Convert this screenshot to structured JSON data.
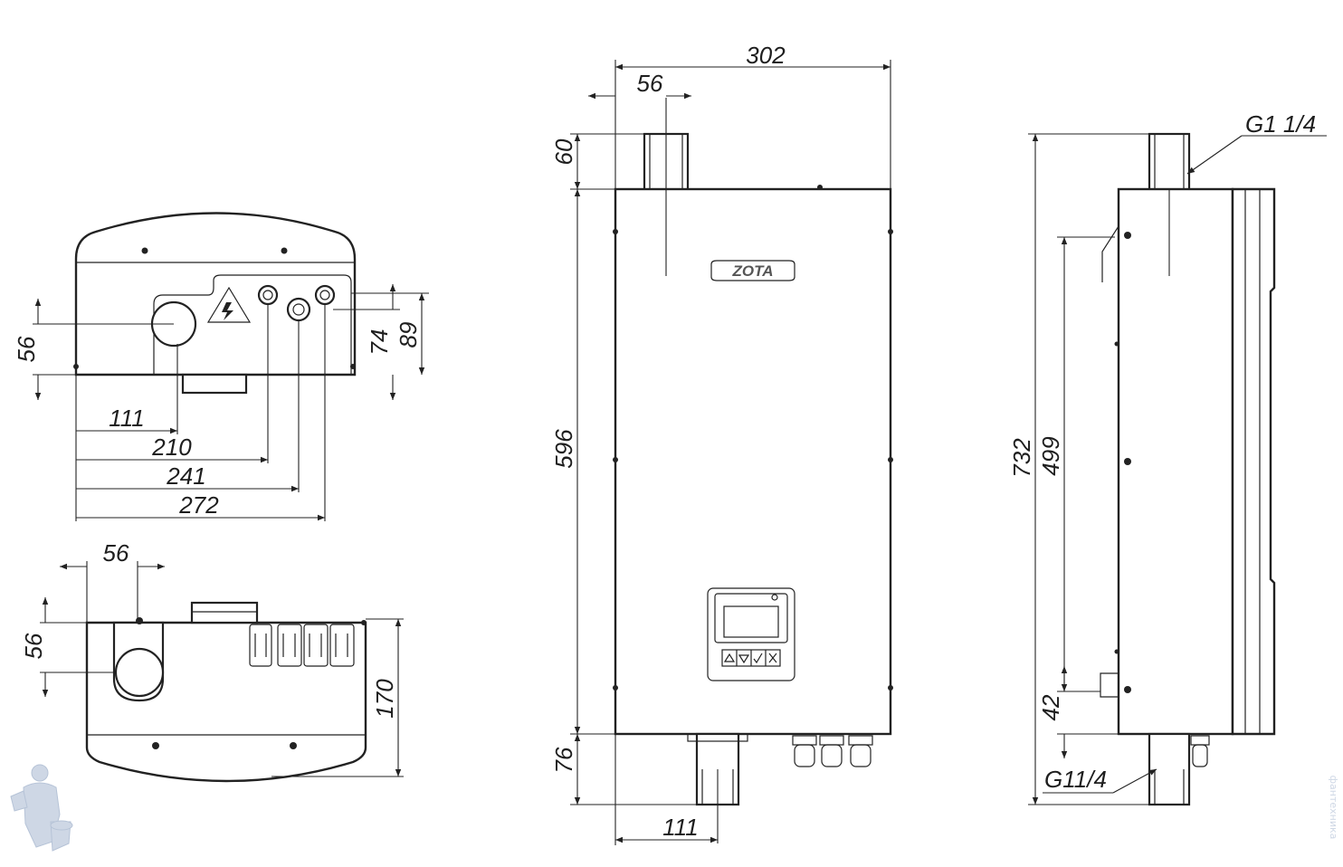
{
  "drawing": {
    "brand_logo": "ZOTA",
    "front_view": {
      "overall_width": "302",
      "pipe_width": "56",
      "top_pipe_height": "60",
      "body_height": "596",
      "bottom_pipe_height": "76",
      "bottom_pipe_offset": "111"
    },
    "top_view": {
      "offset_1": "111",
      "offset_2": "210",
      "offset_3": "241",
      "offset_4": "272",
      "height_1": "56",
      "height_2": "74",
      "height_3": "89"
    },
    "bottom_view": {
      "pipe_width": "56",
      "pipe_height": "56",
      "depth": "170"
    },
    "side_view": {
      "thread_top": "G1 1/4",
      "thread_bottom": "G11/4",
      "overall_height": "732",
      "mount_spacing": "499",
      "bottom_mount_height": "42"
    },
    "watermark": "фантехника"
  },
  "colors": {
    "line": "#222222",
    "background": "#ffffff",
    "watermark": "#c9d3e2"
  }
}
